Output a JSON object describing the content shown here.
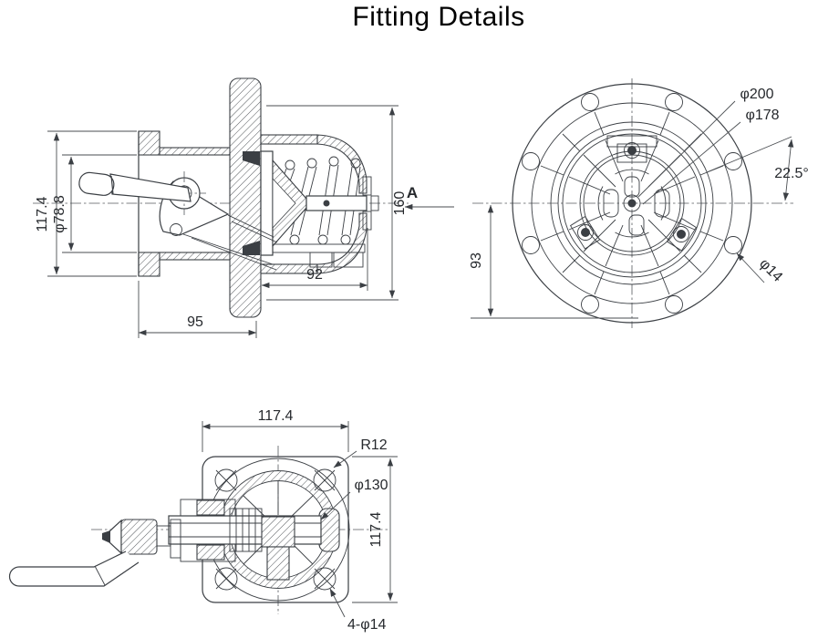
{
  "title": "Fitting Details",
  "colors": {
    "line": "#3b3f44",
    "text": "#26292d",
    "background": "#ffffff"
  },
  "views": {
    "side_section": {
      "view_arrow_label": "A",
      "dims": {
        "overall_height": "117.4",
        "bore_diameter": "φ78.8",
        "body_height": "160",
        "body_length": "92",
        "flange_length": "95"
      }
    },
    "front_view": {
      "dims": {
        "outer_diameter": "φ200",
        "bolt_circle_diameter": "φ178",
        "bolt_angle": "22.5°",
        "center_height": "93",
        "bolt_hole_diameter": "φ14"
      }
    },
    "plan_view": {
      "dims": {
        "width": "117.4",
        "corner_radius": "R12",
        "circle_diameter": "φ130",
        "height": "117.4",
        "bolt_holes": "4-φ14"
      }
    }
  }
}
